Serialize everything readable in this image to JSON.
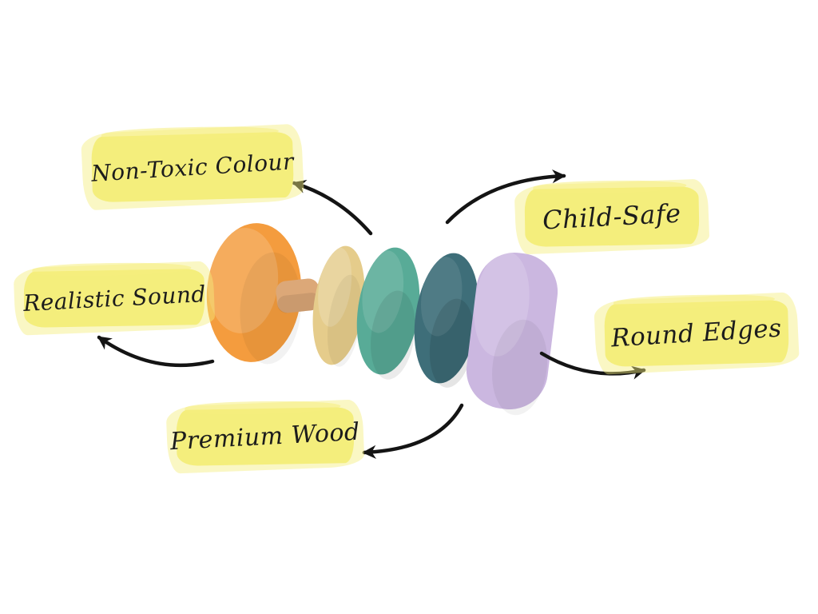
{
  "page": {
    "background_color": "#ffffff"
  },
  "style": {
    "highlight_color": "#F5EE7D",
    "text_color": "#1C1C1C",
    "arrow_color": "#141414"
  },
  "labels": [
    {
      "id": "non-toxic-colour",
      "text": "Non-Toxic Colour"
    },
    {
      "id": "child-safe",
      "text": "Child-Safe"
    },
    {
      "id": "realistic-sound",
      "text": "Realistic Sound"
    },
    {
      "id": "round-edges",
      "text": "Round Edges"
    },
    {
      "id": "premium-wood",
      "text": "Premium Wood"
    }
  ],
  "product": {
    "parts": [
      {
        "name": "orange-disc",
        "color": "#F49C3E"
      },
      {
        "name": "wooden-dowel",
        "color": "#DCA878"
      },
      {
        "name": "cream-disc",
        "color": "#E5CC8B"
      },
      {
        "name": "teal-disc",
        "color": "#58AB97"
      },
      {
        "name": "dark-teal-disc",
        "color": "#3E6E79"
      },
      {
        "name": "lavender-disc",
        "color": "#CBB7E0"
      }
    ]
  }
}
